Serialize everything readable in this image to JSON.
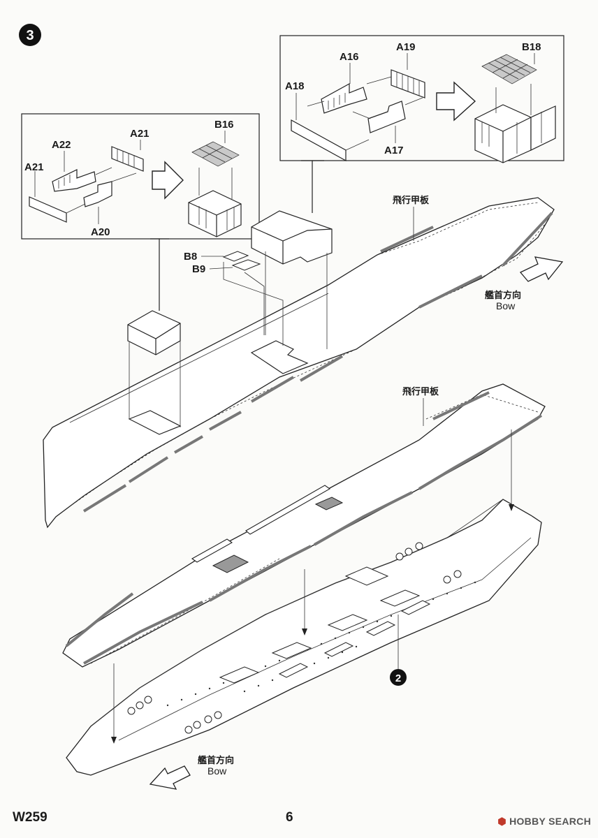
{
  "step": {
    "number": "3"
  },
  "sub_step": {
    "number": "2"
  },
  "callout_left": {
    "parts": [
      "A21",
      "A22",
      "A21",
      "A20",
      "B16"
    ]
  },
  "callout_right": {
    "parts": [
      "A18",
      "A16",
      "A19",
      "A17",
      "B18"
    ]
  },
  "upper_deck": {
    "label_jp": "飛行甲板",
    "parts": [
      "B8",
      "B9"
    ],
    "direction_jp": "艦首方向",
    "direction_en": "Bow"
  },
  "lower_assembly": {
    "label_jp": "飛行甲板",
    "direction_jp": "艦首方向",
    "direction_en": "Bow"
  },
  "footer": {
    "code": "W259",
    "page_number": "6"
  },
  "watermark": {
    "brand": "HOBBY",
    "text": "SEARCH"
  }
}
